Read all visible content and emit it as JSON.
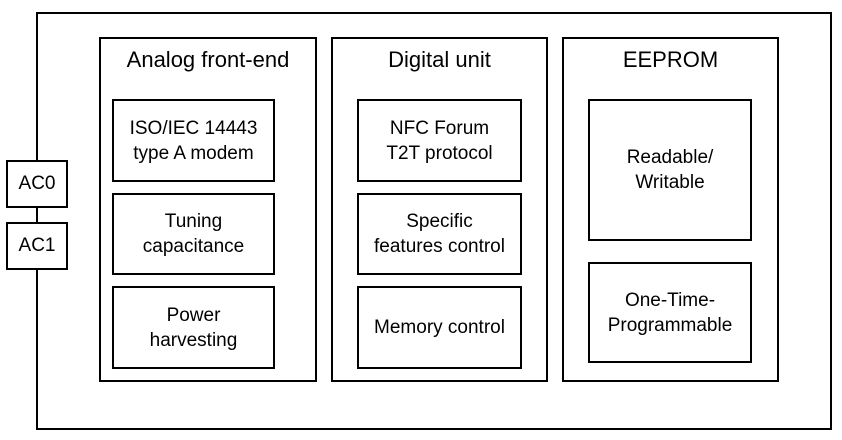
{
  "pins": [
    "AC0",
    "AC1"
  ],
  "groups": [
    {
      "title": "Analog front-end",
      "blocks": [
        "ISO/IEC 14443\ntype A modem",
        "Tuning\ncapacitance",
        "Power\nharvesting"
      ]
    },
    {
      "title": "Digital unit",
      "blocks": [
        "NFC Forum\nT2T protocol",
        "Specific\nfeatures control",
        "Memory control"
      ]
    },
    {
      "title": "EEPROM",
      "blocks": [
        "Readable/\nWritable",
        "One-Time-\nProgrammable"
      ]
    }
  ]
}
